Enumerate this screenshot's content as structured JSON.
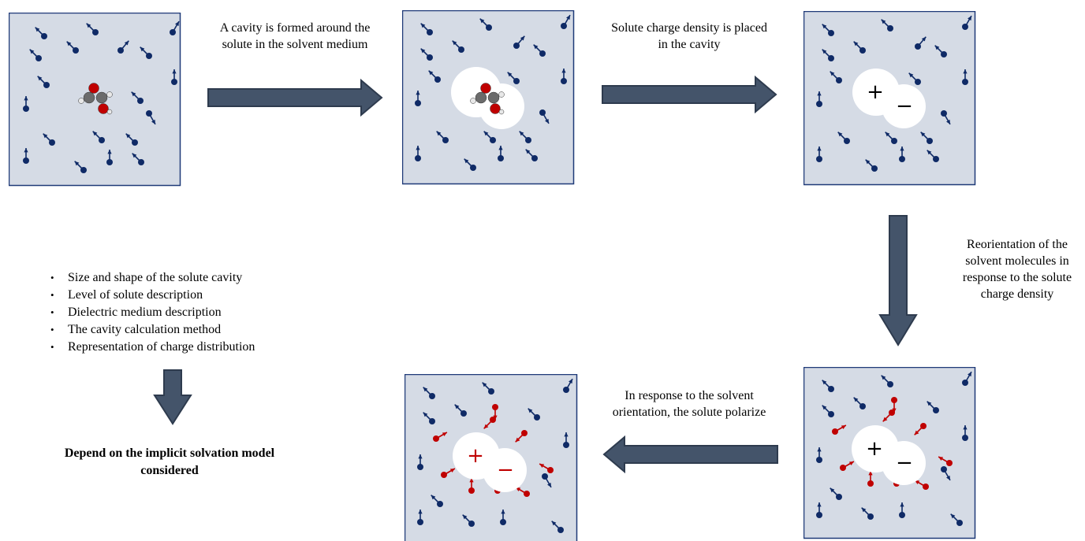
{
  "captions": {
    "cavity_formed": "A cavity is formed around the solute in the solvent medium",
    "charge_placed": "Solute charge density is placed in the cavity",
    "reorientation": "Reorientation of the solvent molecules in response to the solute charge density",
    "polarize": "In response to the solvent orientation, the solute polarize"
  },
  "factors": [
    "Size and shape of the solute cavity",
    "Level of solute description",
    "Dielectric medium description",
    "The cavity calculation method",
    "Representation of charge distribution"
  ],
  "conclusion": "Depend on the implicit solvation model considered",
  "charges": {
    "plus": "+",
    "minus": "−"
  },
  "colors": {
    "panel_fill": "#d5dbe5",
    "panel_border": "#1f3a78",
    "solvent": "#0f2a66",
    "polarized_solvent": "#c00000",
    "arrow_fill": "#44546a",
    "arrow_stroke": "#2e3b4e",
    "oxygen": "#c00000",
    "carbon": "#6b6b6b",
    "hydrogen": "#e8e8e8"
  },
  "icons": {
    "solvent": "dipole-molecule-icon",
    "solute": "formic-acid-molecule-icon",
    "flow": "block-arrow-icon"
  }
}
